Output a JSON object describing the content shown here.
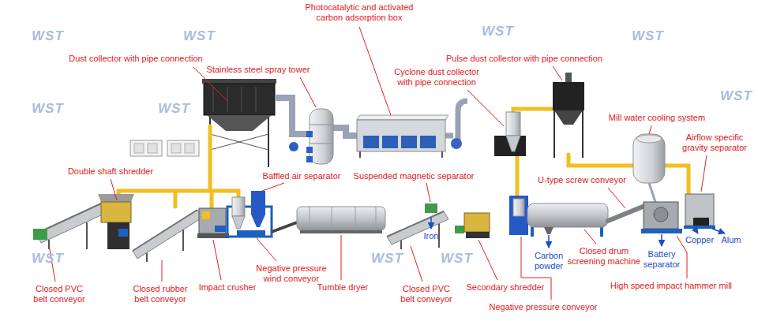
{
  "diagram": {
    "labels": [
      "Photocatalytic and activated carbon adsorption box",
      "Dust collector with pipe connection",
      "Stainless steel spray tower",
      "Pulse dust collector with pipe connection",
      "Cyclone dust collector with pipe connection",
      "Mill water cooling system",
      "Airflow specific gravity separator",
      "Double shaft shredder",
      "Baffled air separator",
      "Suspended magnetic separator",
      "U-type screw conveyor",
      "Iron",
      "Carbon powder",
      "Closed drum screening machine",
      "Battery separator",
      "Copper",
      "Alum",
      "Negative pressure wind conveyor",
      "High speed impact hammer mill",
      "Closed PVC belt conveyor",
      "Closed rubber belt conveyor",
      "Impact crusher",
      "Tumble dryer",
      "Closed PVC belt conveyor",
      "Secondary shredder",
      "Negative pressure conveyor",
      "WST",
      "WST",
      "WST",
      "WST",
      "WST",
      "WST",
      "WST",
      "WST",
      "WST",
      "WST"
    ]
  }
}
